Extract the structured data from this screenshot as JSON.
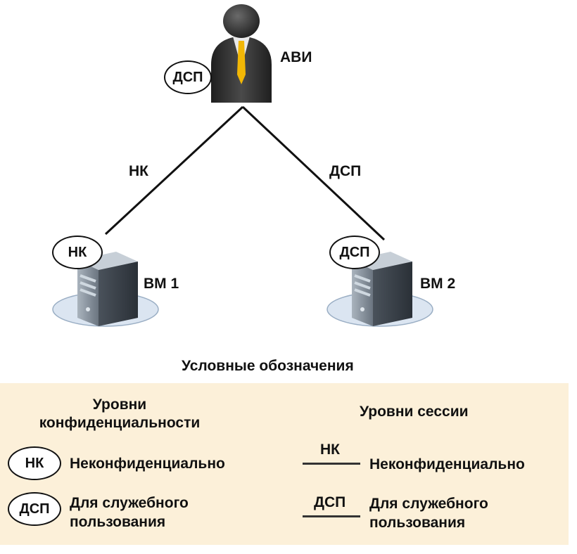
{
  "nodes": {
    "user": {
      "label": "АВИ",
      "badge": "ДСП"
    },
    "vm1": {
      "label": "ВМ 1",
      "badge": "НК"
    },
    "vm2": {
      "label": "ВМ 2",
      "badge": "ДСП"
    }
  },
  "edges": {
    "left": {
      "label": "НК"
    },
    "right": {
      "label": "ДСП"
    }
  },
  "legend": {
    "title": "Условные обозначения",
    "confidentiality": {
      "heading_line1": "Уровни",
      "heading_line2": "конфиденциальности",
      "items": [
        {
          "badge": "НК",
          "text_line1": "Неконфиденциально",
          "text_line2": ""
        },
        {
          "badge": "ДСП",
          "text_line1": "Для служебного",
          "text_line2": "пользования"
        }
      ]
    },
    "session": {
      "heading": "Уровни сессии",
      "items": [
        {
          "line_label": "НК",
          "text_line1": "Неконфиденциально",
          "text_line2": ""
        },
        {
          "line_label": "ДСП",
          "text_line1": "Для служебного",
          "text_line2": "пользования"
        }
      ]
    }
  },
  "colors": {
    "legend_bg": "#fcf0d9",
    "server_platform": "#dbe5f1",
    "tie": "#f2b705",
    "suit": "#2e2e2e"
  }
}
